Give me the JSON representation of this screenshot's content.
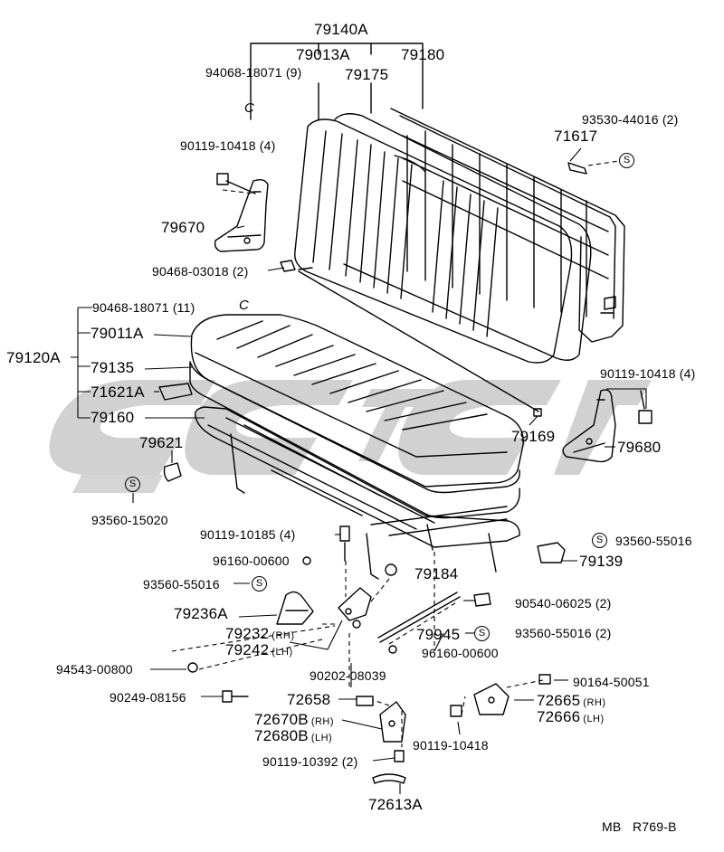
{
  "watermark": {
    "color": "#c9c9c9"
  },
  "labels": {
    "p79140A": "79140A",
    "p79013A": "79013A",
    "p79180": "79180",
    "p94068_18071": "94068-18071 (9)",
    "p79175": "79175",
    "p93530_44016": "93530-44016 (2)",
    "p71617": "71617",
    "p90119_10418_top": "90119-10418 (4)",
    "p79670": "79670",
    "p90468_03018": "90468-03018 (2)",
    "p90468_18071": "90468-18071 (11)",
    "p79011A": "79011A",
    "p79120A": "79120A",
    "p79135": "79135",
    "p71621A": "71621A",
    "p79160": "79160",
    "p79169": "79169",
    "p90119_10418_right": "90119-10418 (4)",
    "p79680": "79680",
    "p79621": "79621",
    "p93560_15020": "93560-15020",
    "p90119_10185": "90119-10185 (4)",
    "p96160_00600_a": "96160-00600",
    "p93560_55016_right": "93560-55016",
    "p79139": "79139",
    "p93560_55016_left": "93560-55016",
    "p79184": "79184",
    "p90540_06025": "90540-06025 (2)",
    "p79236A": "79236A",
    "p79232": "79232",
    "p79242": "79242",
    "p79945": "79945",
    "p93560_55016_2": "93560-55016 (2)",
    "p96160_00600_b": "96160-00600",
    "p94543_00800": "94543-00800",
    "p90202_08039": "90202-08039",
    "p90164_50051": "90164-50051",
    "p90249_08156": "90249-08156",
    "p72658": "72658",
    "p72665": "72665",
    "p72666": "72666",
    "p72670B": "72670B",
    "p72680B": "72680B",
    "p90119_10418_bottom": "90119-10418",
    "p90119_10392": "90119-10392 (2)",
    "p72613A": "72613A",
    "footer_code": "MB",
    "footer_ref": "R769-B"
  },
  "suffix": {
    "rh": "(RH)",
    "lh": "(LH)"
  },
  "symbols": {
    "s": "S",
    "c": "C"
  }
}
